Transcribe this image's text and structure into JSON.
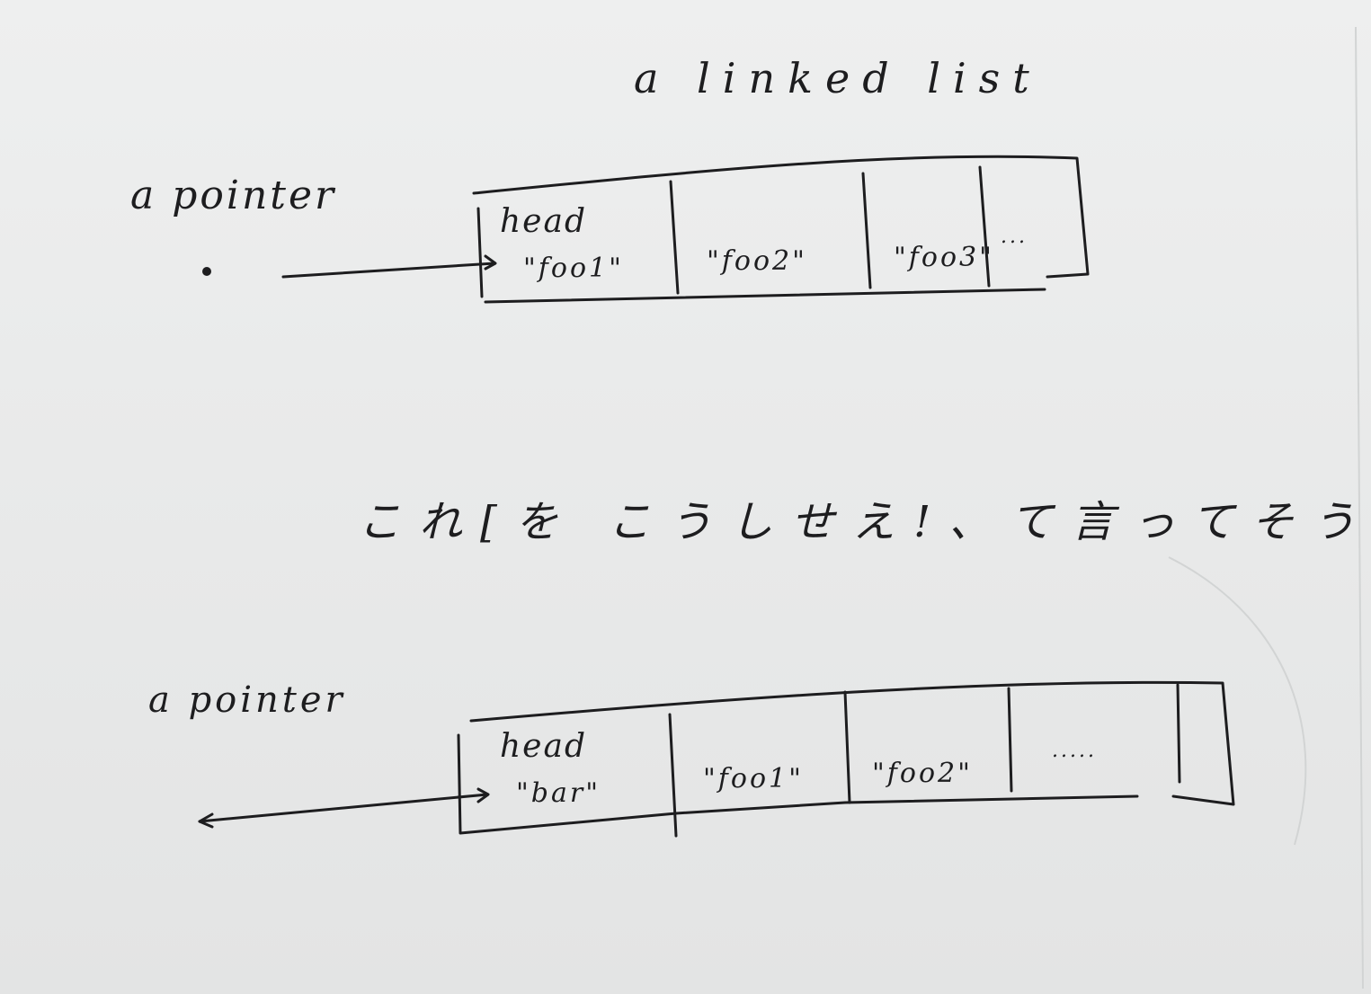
{
  "title": "a linked list",
  "note": "これ[を こうしせえ!、て言ってそう",
  "diagram_before": {
    "pointer_label": "a pointer",
    "cells": [
      {
        "head_label": "head",
        "value": "\"foo1\""
      },
      {
        "value": "\"foo2\""
      },
      {
        "value": "\"foo3\""
      },
      {
        "value": "..."
      }
    ]
  },
  "diagram_after": {
    "pointer_label": "a pointer",
    "cells": [
      {
        "head_label": "head",
        "value": "\"bar\""
      },
      {
        "value": "\"foo1\""
      },
      {
        "value": "\"foo2\""
      },
      {
        "value": "....."
      }
    ]
  }
}
